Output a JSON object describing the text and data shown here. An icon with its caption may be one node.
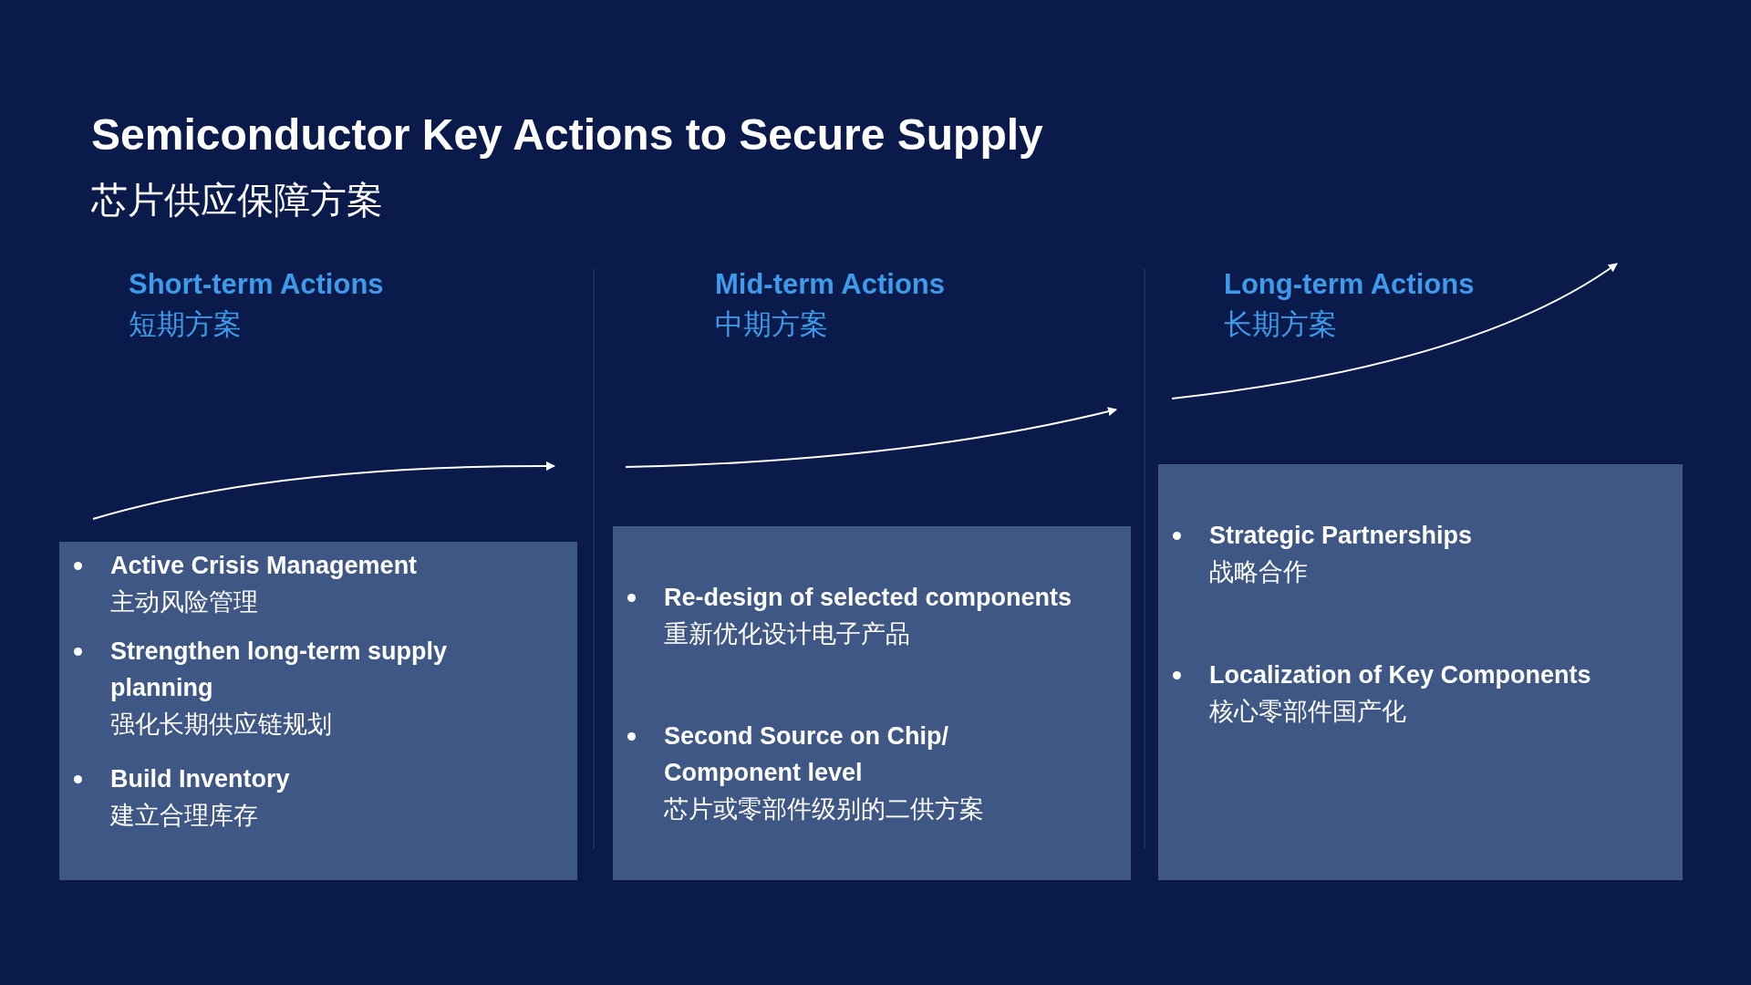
{
  "diagram": {
    "title": "Semiconductor Key Actions to Secure Supply",
    "nodes": [
      {
        "text": [
          "Active Crisis Management",
          "主动风险管理",
          "Strengthen long-term supply planning",
          "强化长期供应链规划",
          "Build Inventory",
          "建立合理库存"
        ]
      },
      {
        "text": [
          "Re-design of selected components",
          "重新优化设计电子产品",
          "Second Source on Chip/ Component level",
          "芯片或零部件级别的二供方案"
        ]
      },
      {
        "text": [
          "Strategic Partnerships",
          "战略合作",
          "Localization of Key Components",
          "核心零部件国产化"
        ]
      }
    ],
    "labels": [
      "芯片供应保障方案",
      "Short-term Actions",
      "短期方案",
      "Mid-term Actions",
      "中期方案",
      "Long-term Actions",
      "长期方案"
    ]
  }
}
